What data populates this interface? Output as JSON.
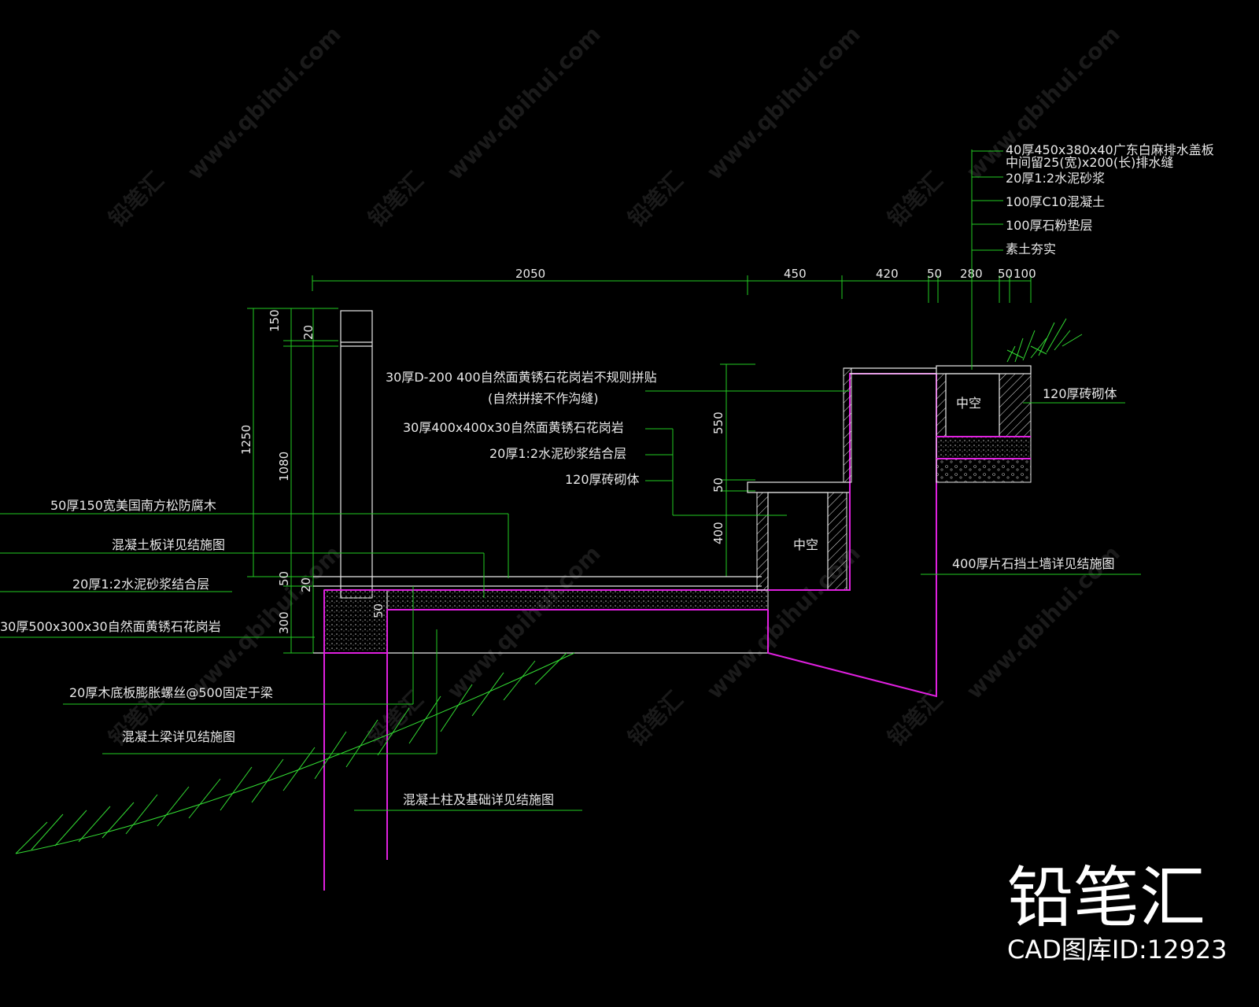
{
  "watermarks": [
    "铅笔汇",
    "www.qbihui.com"
  ],
  "brand": {
    "name": "铅笔汇",
    "id_text": "CAD图库ID:12923"
  },
  "dims_top": [
    "2050",
    "450",
    "420",
    "50",
    "280",
    "50",
    "100"
  ],
  "dims_left": [
    "150",
    "20",
    "1250",
    "1080",
    "50",
    "20",
    "300",
    "50"
  ],
  "dims_step": [
    "550",
    "50",
    "400"
  ],
  "labels": {
    "drain_1": "40厚450x380x40广东白麻排水盖板",
    "drain_2": "中间留25(宽)x200(长)排水缝",
    "drain_3": "20厚1:2水泥砂浆",
    "drain_4": "100厚C10混凝土",
    "drain_5": "100厚石粉垫层",
    "drain_6": "素土夯实",
    "brick_right": "120厚砖砌体",
    "hollow_right": "中空",
    "granite_wall_1": "30厚D-200 400自然面黄锈石花岗岩不规则拼贴",
    "granite_wall_2": "(自然拼接不作沟缝)",
    "granite_cap": "30厚400x400x30自然面黄锈石花岗岩",
    "mortar_cap": "20厚1:2水泥砂浆结合层",
    "brick_step": "120厚砖砌体",
    "hollow_step": "中空",
    "timber": "50厚150宽美国南方松防腐木",
    "slab": "混凝土板详见结施图",
    "mortar_bed": "20厚1:2水泥砂浆结合层",
    "granite_floor": "30厚500x300x30自然面黄锈石花岗岩",
    "retaining": "400厚片石挡土墙详见结施图",
    "timber_base": "20厚木底板膨胀螺丝@500固定于梁",
    "beam": "混凝土梁详见结施图",
    "column": "混凝土柱及基础详见结施图"
  }
}
